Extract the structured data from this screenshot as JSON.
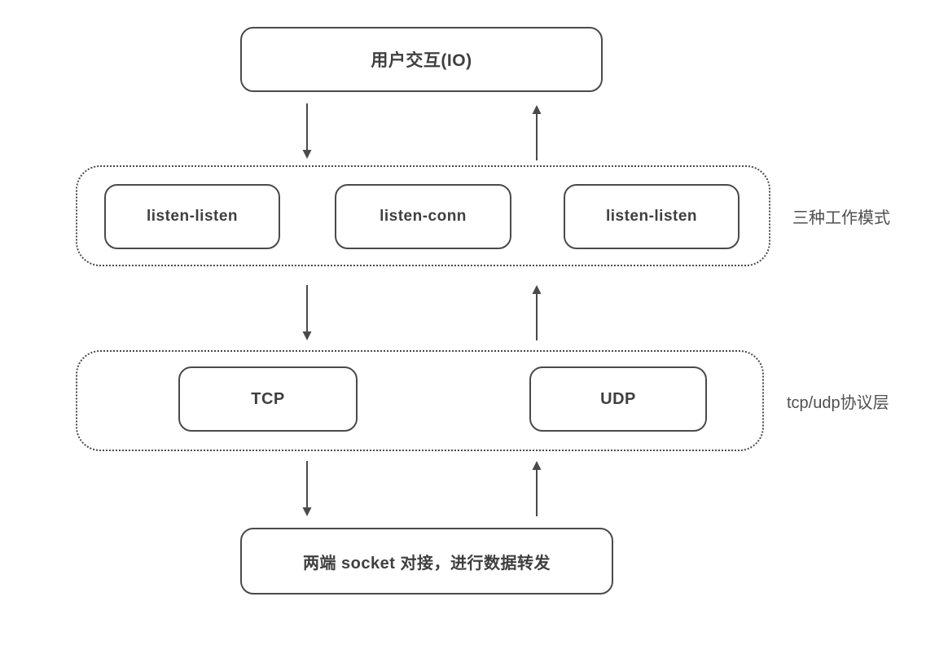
{
  "diagram": {
    "user_io_box": {
      "label": "用户交互(IO)"
    },
    "modes_layer": {
      "side_label": "三种工作模式",
      "boxes": [
        {
          "label": "listen-listen"
        },
        {
          "label": "listen-conn"
        },
        {
          "label": "listen-listen"
        }
      ]
    },
    "protocol_layer": {
      "side_label": "tcp/udp协议层",
      "boxes": [
        {
          "label": "TCP"
        },
        {
          "label": "UDP"
        }
      ]
    },
    "socket_box": {
      "label": "两端 socket 对接，进行数据转发"
    },
    "icons": {
      "down_arrow": "arrow-down-icon",
      "up_arrow": "arrow-up-icon"
    },
    "colors": {
      "stroke": "#4a4a4a",
      "text": "#3f3f3f",
      "side_label_text": "#4f4f4f",
      "background": "#ffffff"
    }
  }
}
